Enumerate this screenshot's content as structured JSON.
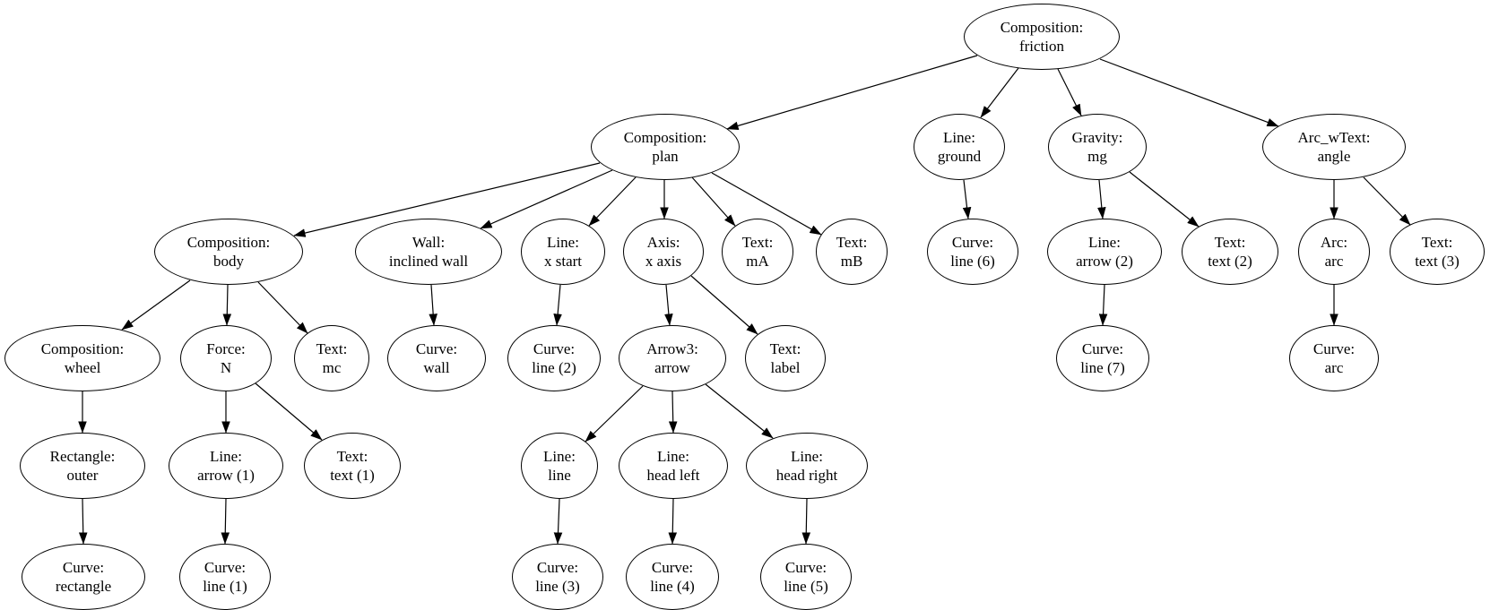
{
  "diagram": {
    "kind": "tree-graph",
    "background_color": "#ffffff",
    "node_fill": "#ffffff",
    "node_stroke": "#000000",
    "edge_color": "#000000",
    "text_color": "#000000",
    "nodes": [
      {
        "id": "friction",
        "type": "Composition:",
        "name": "friction"
      },
      {
        "id": "plan",
        "type": "Composition:",
        "name": "plan"
      },
      {
        "id": "ground",
        "type": "Line:",
        "name": "ground"
      },
      {
        "id": "mg",
        "type": "Gravity:",
        "name": "mg"
      },
      {
        "id": "angle",
        "type": "Arc_wText:",
        "name": "angle"
      },
      {
        "id": "body",
        "type": "Composition:",
        "name": "body"
      },
      {
        "id": "wall",
        "type": "Wall:",
        "name": "inclined wall"
      },
      {
        "id": "xstart",
        "type": "Line:",
        "name": "x start"
      },
      {
        "id": "xaxis",
        "type": "Axis:",
        "name": "x axis"
      },
      {
        "id": "mA",
        "type": "Text:",
        "name": "mA"
      },
      {
        "id": "mB",
        "type": "Text:",
        "name": "mB"
      },
      {
        "id": "line6",
        "type": "Curve:",
        "name": "line (6)"
      },
      {
        "id": "arrow2",
        "type": "Line:",
        "name": "arrow (2)"
      },
      {
        "id": "text2",
        "type": "Text:",
        "name": "text (2)"
      },
      {
        "id": "arc",
        "type": "Arc:",
        "name": "arc"
      },
      {
        "id": "text3",
        "type": "Text:",
        "name": "text (3)"
      },
      {
        "id": "wheel",
        "type": "Composition:",
        "name": "wheel"
      },
      {
        "id": "forceN",
        "type": "Force:",
        "name": "N"
      },
      {
        "id": "mc",
        "type": "Text:",
        "name": "mc"
      },
      {
        "id": "curvewall",
        "type": "Curve:",
        "name": "wall"
      },
      {
        "id": "line2",
        "type": "Curve:",
        "name": "line (2)"
      },
      {
        "id": "arrow3",
        "type": "Arrow3:",
        "name": "arrow"
      },
      {
        "id": "label",
        "type": "Text:",
        "name": "label"
      },
      {
        "id": "line7",
        "type": "Curve:",
        "name": "line (7)"
      },
      {
        "id": "curvearc",
        "type": "Curve:",
        "name": "arc"
      },
      {
        "id": "outer",
        "type": "Rectangle:",
        "name": "outer"
      },
      {
        "id": "arrow1",
        "type": "Line:",
        "name": "arrow (1)"
      },
      {
        "id": "text1",
        "type": "Text:",
        "name": "text (1)"
      },
      {
        "id": "lineline",
        "type": "Line:",
        "name": "line"
      },
      {
        "id": "headleft",
        "type": "Line:",
        "name": "head left"
      },
      {
        "id": "headright",
        "type": "Line:",
        "name": "head right"
      },
      {
        "id": "curverect",
        "type": "Curve:",
        "name": "rectangle"
      },
      {
        "id": "line1",
        "type": "Curve:",
        "name": "line (1)"
      },
      {
        "id": "line3",
        "type": "Curve:",
        "name": "line (3)"
      },
      {
        "id": "line4",
        "type": "Curve:",
        "name": "line (4)"
      },
      {
        "id": "line5",
        "type": "Curve:",
        "name": "line (5)"
      }
    ],
    "edges": [
      {
        "from": "friction",
        "to": "plan"
      },
      {
        "from": "friction",
        "to": "ground"
      },
      {
        "from": "friction",
        "to": "mg"
      },
      {
        "from": "friction",
        "to": "angle"
      },
      {
        "from": "plan",
        "to": "body"
      },
      {
        "from": "plan",
        "to": "wall"
      },
      {
        "from": "plan",
        "to": "xstart"
      },
      {
        "from": "plan",
        "to": "xaxis"
      },
      {
        "from": "plan",
        "to": "mA"
      },
      {
        "from": "plan",
        "to": "mB"
      },
      {
        "from": "body",
        "to": "wheel"
      },
      {
        "from": "body",
        "to": "forceN"
      },
      {
        "from": "body",
        "to": "mc"
      },
      {
        "from": "wheel",
        "to": "outer"
      },
      {
        "from": "outer",
        "to": "curverect"
      },
      {
        "from": "forceN",
        "to": "arrow1"
      },
      {
        "from": "forceN",
        "to": "text1"
      },
      {
        "from": "arrow1",
        "to": "line1"
      },
      {
        "from": "wall",
        "to": "curvewall"
      },
      {
        "from": "xstart",
        "to": "line2"
      },
      {
        "from": "xaxis",
        "to": "arrow3"
      },
      {
        "from": "xaxis",
        "to": "label"
      },
      {
        "from": "arrow3",
        "to": "lineline"
      },
      {
        "from": "arrow3",
        "to": "headleft"
      },
      {
        "from": "arrow3",
        "to": "headright"
      },
      {
        "from": "lineline",
        "to": "line3"
      },
      {
        "from": "headleft",
        "to": "line4"
      },
      {
        "from": "headright",
        "to": "line5"
      },
      {
        "from": "ground",
        "to": "line6"
      },
      {
        "from": "mg",
        "to": "arrow2"
      },
      {
        "from": "mg",
        "to": "text2"
      },
      {
        "from": "arrow2",
        "to": "line7"
      },
      {
        "from": "angle",
        "to": "arc"
      },
      {
        "from": "angle",
        "to": "text3"
      },
      {
        "from": "arc",
        "to": "curvearc"
      }
    ]
  }
}
